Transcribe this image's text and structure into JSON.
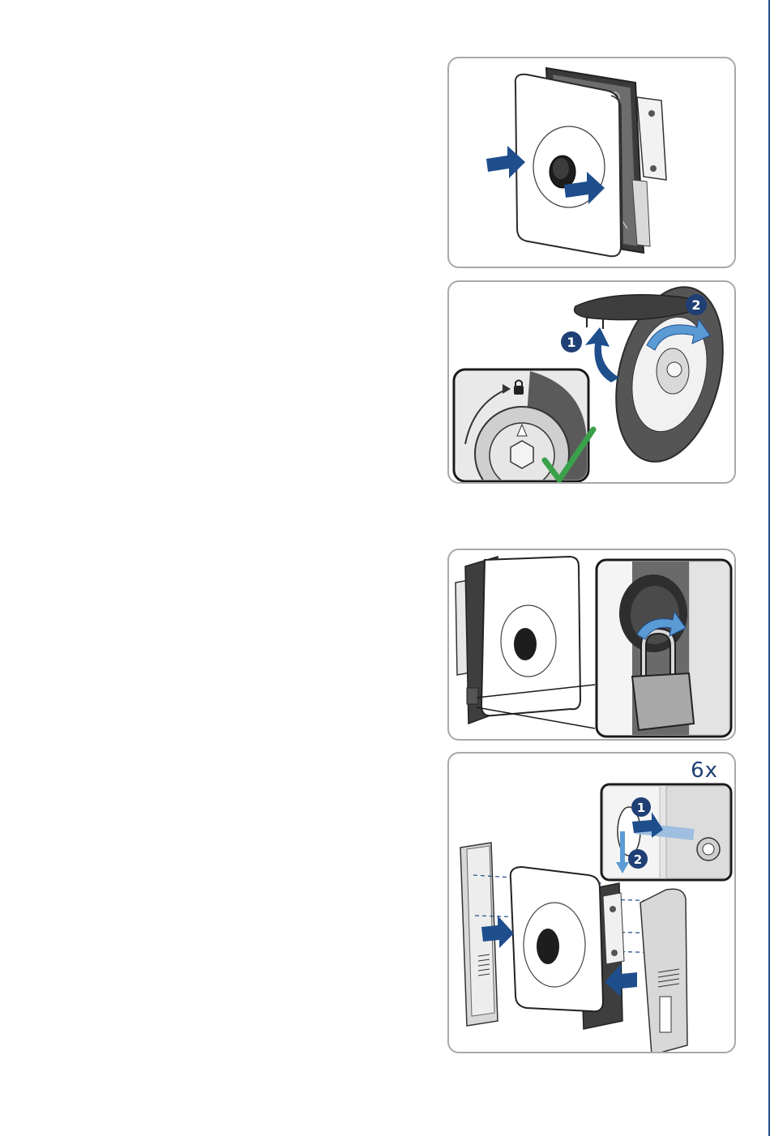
{
  "figures": [
    {
      "id": "fig1"
    },
    {
      "id": "fig2",
      "step_labels": [
        "1",
        "2"
      ]
    },
    {
      "id": "fig3"
    },
    {
      "id": "fig4",
      "count": "6x",
      "step_labels": [
        "1",
        "2"
      ]
    }
  ],
  "colors": {
    "arrow_blue": "#1f4e8c",
    "light_blue": "#5b9bd5",
    "check_green": "#3aa14a",
    "frame_grey": "#a9a9a9"
  }
}
